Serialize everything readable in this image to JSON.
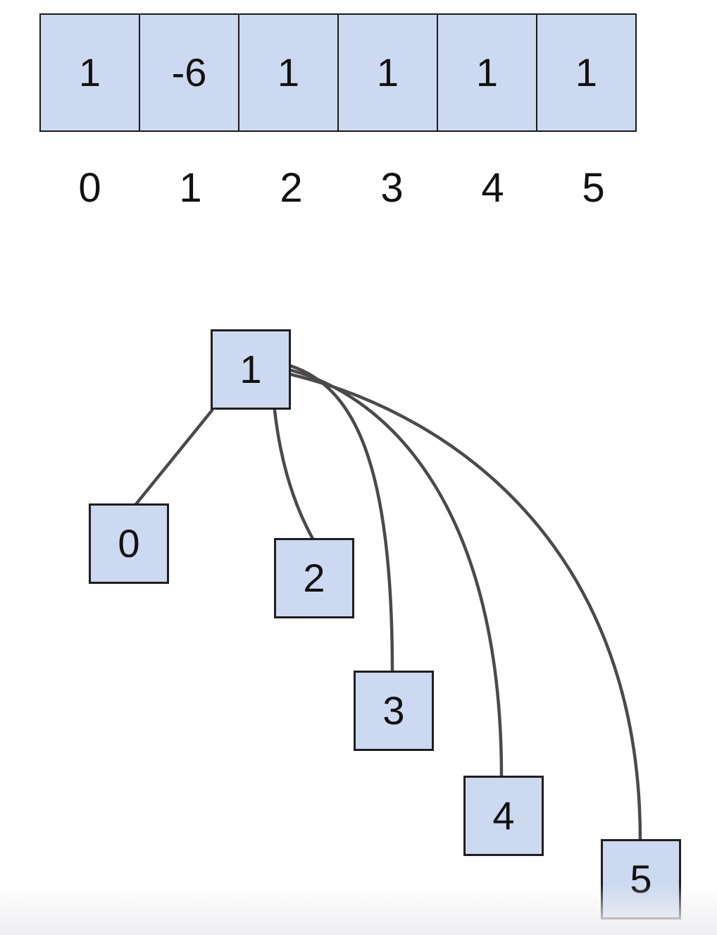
{
  "array": {
    "cells": [
      "1",
      "-6",
      "1",
      "1",
      "1",
      "1"
    ],
    "indices": [
      "0",
      "1",
      "2",
      "3",
      "4",
      "5"
    ]
  },
  "tree": {
    "nodes": [
      {
        "label": "1",
        "role": "root"
      },
      {
        "label": "0"
      },
      {
        "label": "2"
      },
      {
        "label": "3"
      },
      {
        "label": "4"
      },
      {
        "label": "5"
      }
    ],
    "edges": [
      {
        "from": "1",
        "to": "0"
      },
      {
        "from": "1",
        "to": "2"
      },
      {
        "from": "1",
        "to": "3"
      },
      {
        "from": "1",
        "to": "4"
      },
      {
        "from": "1",
        "to": "5"
      }
    ]
  },
  "colors": {
    "box_fill": "#ccd9f0",
    "box_border": "#1a1a1a",
    "edge_stroke": "#4a4a4a"
  }
}
